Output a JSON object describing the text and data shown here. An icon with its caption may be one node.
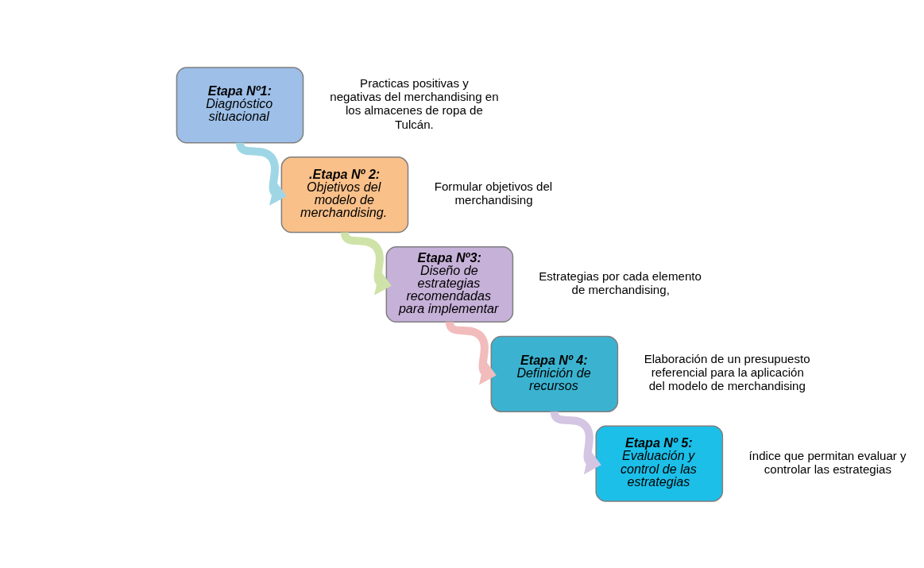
{
  "diagram": {
    "nodes": [
      {
        "text": [
          "Etapa Nº1:",
          "Diagnóstico situacional"
        ],
        "beside": [
          "Practicas positivas y negativas del merchandising en los almacenes de ropa de Tulcán."
        ]
      },
      {
        "text": [
          ".Etapa Nº 2:",
          "Objetivos del modelo de merchandising."
        ],
        "beside": [
          "Formular objetivos del merchandising"
        ]
      },
      {
        "text": [
          "Etapa Nº3:",
          "Diseño de estrategias recomendadas para implementar"
        ],
        "beside": [
          "Estrategias por cada elemento de merchandising,"
        ]
      },
      {
        "text": [
          "Etapa Nº 4:",
          "Definición de recursos"
        ],
        "beside": [
          "Elaboración de un presupuesto referencial para la aplicación del modelo de merchandising"
        ]
      },
      {
        "text": [
          "Etapa Nº 5:",
          "Evaluación y control de las estrategias"
        ],
        "beside": [
          "índice que permitan evaluar y controlar las estrategias"
        ]
      }
    ],
    "edges": [
      {
        "from": 0,
        "to": 1,
        "arrow": "to",
        "color": "#9fd6e6"
      },
      {
        "from": 1,
        "to": 2,
        "arrow": "to",
        "color": "#cfe3a8"
      },
      {
        "from": 2,
        "to": 3,
        "arrow": "to",
        "color": "#f2bcbc"
      },
      {
        "from": 3,
        "to": 4,
        "arrow": "to",
        "color": "#d4c6e2"
      }
    ]
  }
}
